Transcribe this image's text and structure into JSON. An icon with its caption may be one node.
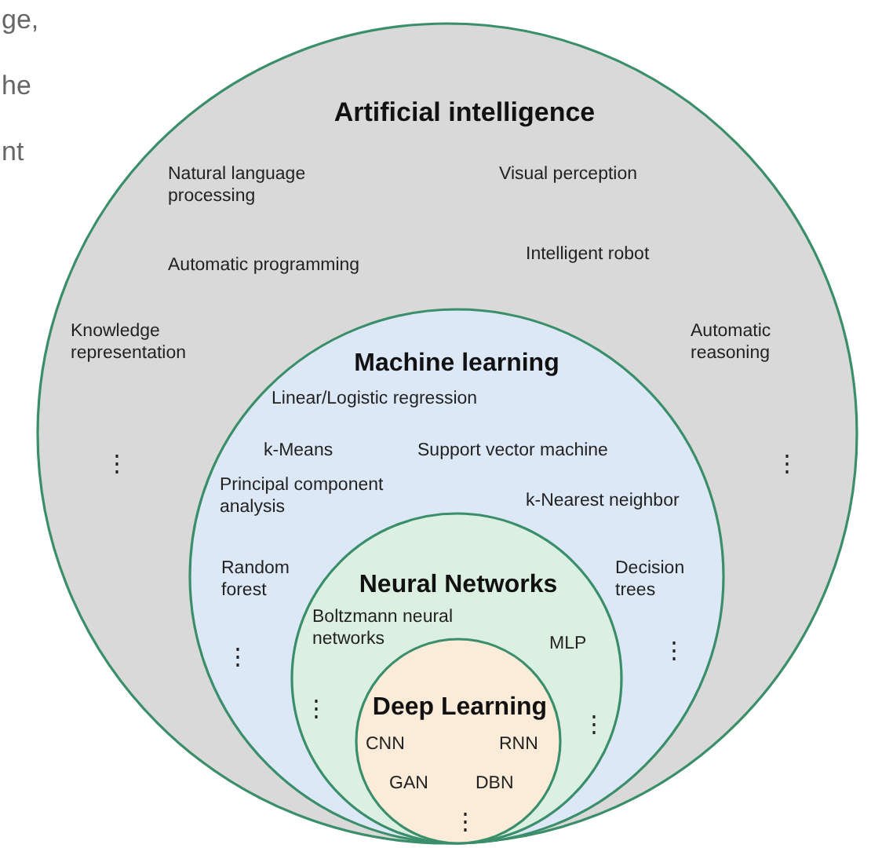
{
  "diagram": {
    "nodes": [
      {
        "text": [
          "Artificial intelligence",
          "Natural language processing",
          "Visual perception",
          "Automatic programming",
          "Intelligent robot",
          "Knowledge representation",
          "Automatic reasoning",
          "⋮",
          "⋮"
        ]
      },
      {
        "text": [
          "Machine learning",
          "Linear/Logistic regression",
          "k-Means",
          "Support vector machine",
          "Principal component analysis",
          "k-Nearest neighbor",
          "Random forest",
          "Decision trees",
          "⋮",
          "⋮"
        ],
        "in": 0
      },
      {
        "text": [
          "Neural Networks",
          "Boltzmann neural networks",
          "MLP",
          "⋮",
          "⋮"
        ],
        "in": 1
      },
      {
        "text": [
          "Deep Learning",
          "CNN",
          "RNN",
          "GAN",
          "DBN",
          "⋮"
        ],
        "in": 2
      }
    ],
    "edges": [],
    "labels": [
      "ge,",
      "he",
      "nt"
    ]
  }
}
